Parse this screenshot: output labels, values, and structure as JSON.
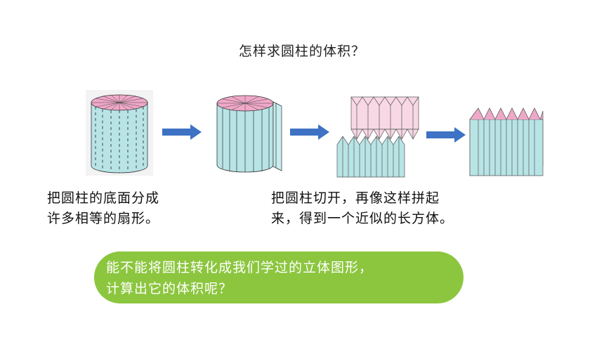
{
  "title": "怎样求圆柱的体积？",
  "caption_left": {
    "line1": "把圆柱的底面分成",
    "line2": "许多相等的扇形。"
  },
  "caption_right": {
    "line1": "把圆柱切开，再像这样拼起",
    "line2": "来，得到一个近似的长方体。"
  },
  "bubble": {
    "line1": "能不能将圆柱转化成我们学过的立体图形，",
    "line2": "计算出它的体积呢？"
  },
  "colors": {
    "cylinder_side": "#b8e4e6",
    "cylinder_top": "#f0a8c8",
    "arrow": "#3d72c4",
    "bubble": "#8cc63f"
  }
}
